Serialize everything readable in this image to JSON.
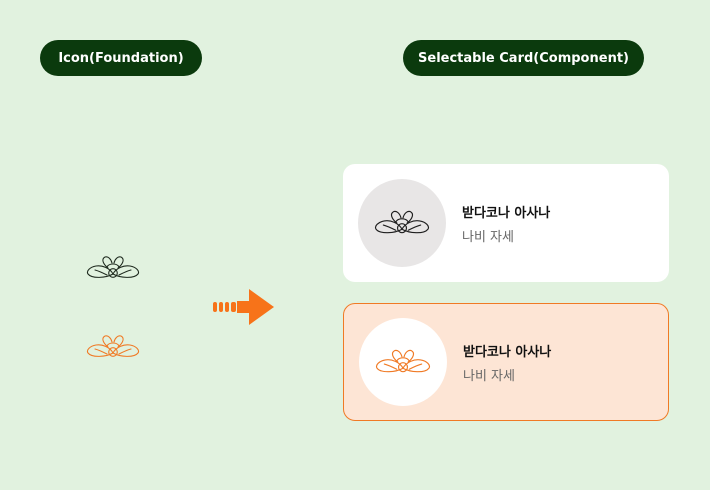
{
  "labels": {
    "left": "Icon(Foundation)",
    "right": "Selectable Card(Component)"
  },
  "icons": {
    "plain_dark": "butterfly-pose-icon",
    "plain_orange": "butterfly-pose-icon"
  },
  "cards": [
    {
      "state": "default",
      "title": "받다코나 아사나",
      "subtitle": "나비 자세",
      "icon": "butterfly-pose-icon"
    },
    {
      "state": "selected",
      "title": "받다코나 아사나",
      "subtitle": "나비 자세",
      "icon": "butterfly-pose-icon"
    }
  ],
  "colors": {
    "background": "#e1f2df",
    "pill": "#0b3a0d",
    "accent": "#f77319",
    "icon_dark": "#1e2a1e",
    "selected_card_bg": "#fde5d5",
    "selected_card_border": "#f07a25"
  }
}
